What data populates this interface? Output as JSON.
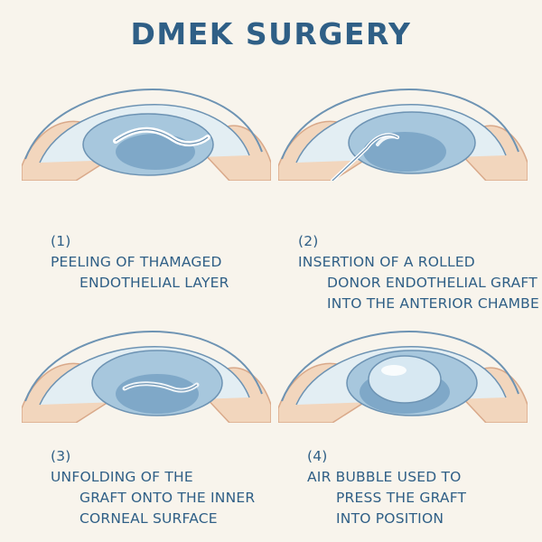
{
  "title": "DMEK SURGERY",
  "steps": [
    {
      "number": "(1)",
      "lines": [
        "PEELING OF THAMAGED",
        "ENDOTHELIAL LAYER"
      ]
    },
    {
      "number": "(2)",
      "lines": [
        "INSERTION OF A ROLLED",
        "DONOR ENDOTHELIAL GRAFT",
        "INTO THE ANTERIOR CHAMBE"
      ]
    },
    {
      "number": "(3)",
      "lines": [
        "UNFOLDING OF THE",
        "GRAFT ONTO THE INNER",
        "CORNEAL SURFACE"
      ]
    },
    {
      "number": "(4)",
      "lines": [
        "AIR BUBBLE USED TO",
        "PRESS THE GRAFT",
        "INTO POSITION"
      ]
    }
  ],
  "colors": {
    "title": "#2f5f86",
    "cornea_fill": "#e3eef3",
    "cornea_stroke": "#6d93b3",
    "sclera": "#f2d6bd",
    "sclera_stroke": "#d9a98a",
    "chamber": "#a7c7dd",
    "lens": "#7fa8c8",
    "graft": "#eef4f8"
  }
}
